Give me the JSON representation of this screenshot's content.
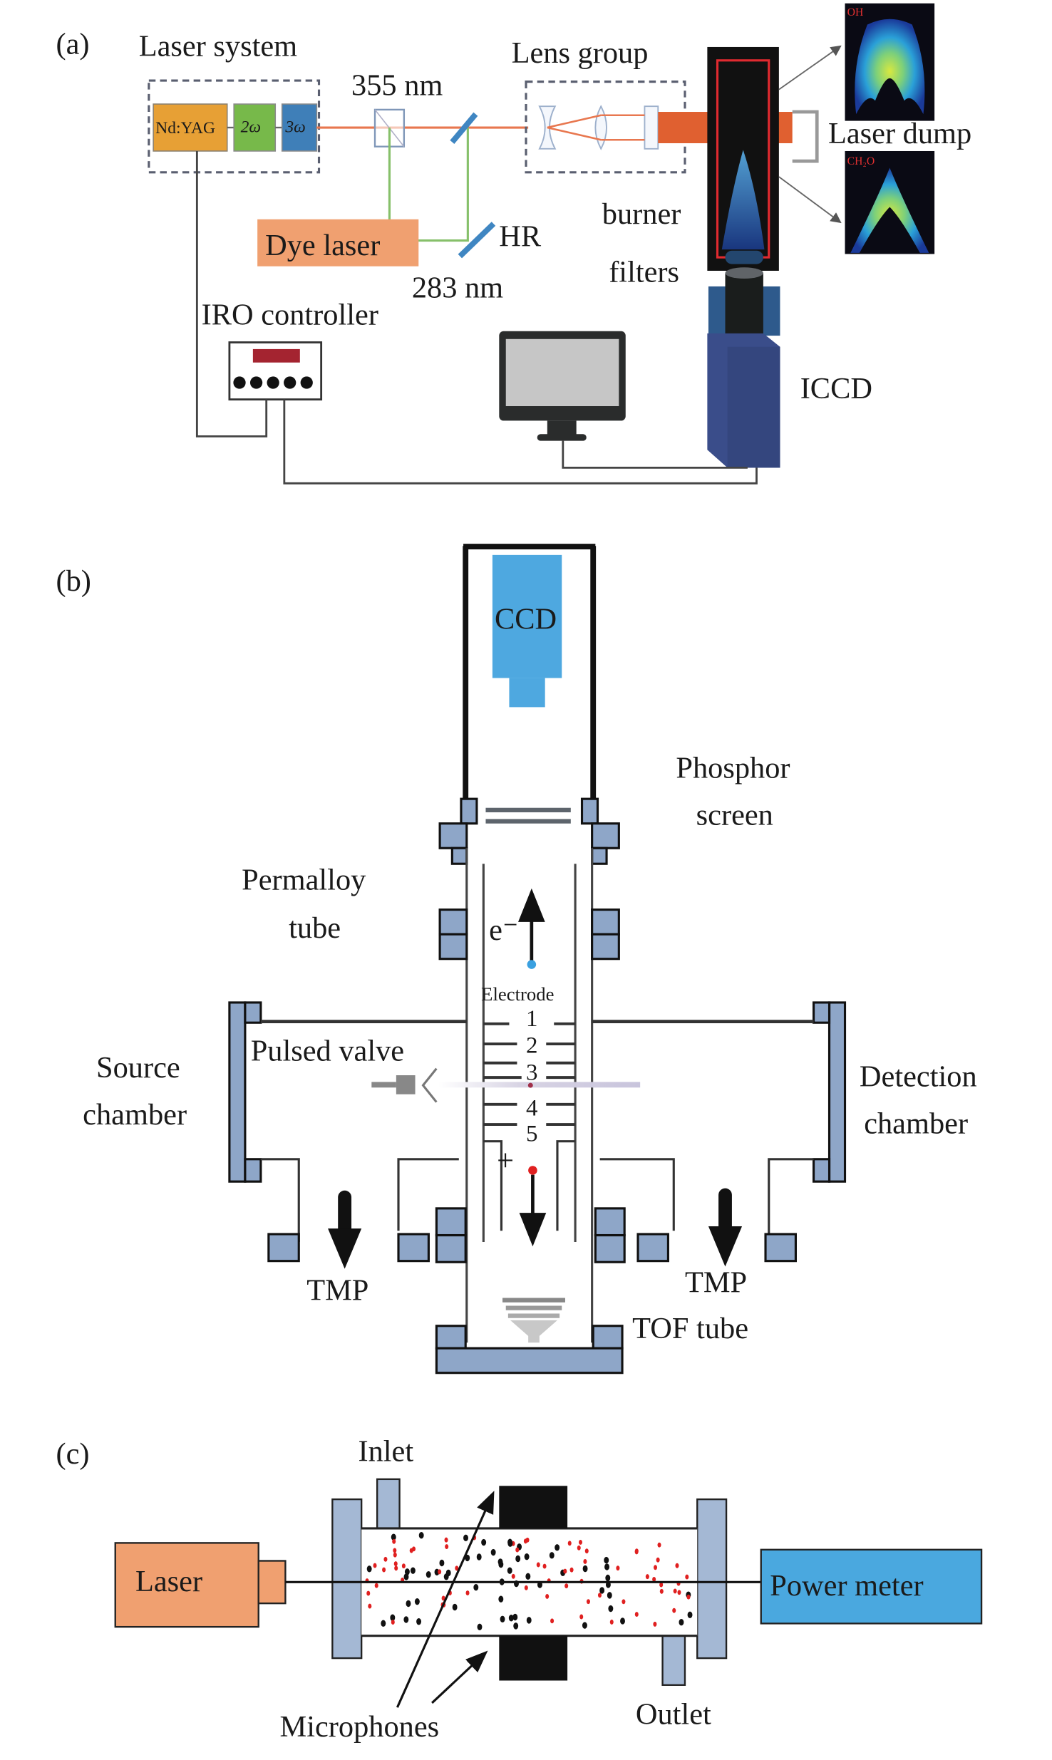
{
  "figure": {
    "panels": {
      "a": {
        "tag": "(a)",
        "laser_system": "Laser system",
        "ndyag": "Nd:YAG",
        "harmonic2": "2ω",
        "harmonic3": "3ω",
        "wavelength_355": "355 nm",
        "lens_group": "Lens group",
        "laser_dump": "Laser dump",
        "dye_laser": "Dye laser",
        "hr": "HR",
        "wavelength_283": "283 nm",
        "burner": "burner",
        "filters": "filters",
        "iro_controller": "IRO controller",
        "iccd": "ICCD",
        "inset_oh": "OH",
        "inset_ch2o": "CH₂O"
      },
      "b": {
        "tag": "(b)",
        "ccd": "CCD",
        "phosphor_line1": "Phosphor",
        "phosphor_line2": "screen",
        "permalloy_line1": "Permalloy",
        "permalloy_line2": "tube",
        "electron": "e⁻",
        "electrode": "Electrode",
        "electrode_numbers": [
          "1",
          "2",
          "3",
          "4",
          "5"
        ],
        "plus": "+",
        "pulsed_valve": "Pulsed valve",
        "source_line1": "Source",
        "source_line2": "chamber",
        "detection_line1": "Detection",
        "detection_line2": "chamber",
        "tmp_left": "TMP",
        "tmp_right": "TMP",
        "tof_tube": "TOF tube"
      },
      "c": {
        "tag": "(c)",
        "inlet": "Inlet",
        "laser": "Laser",
        "power_meter": "Power meter",
        "microphones": "Microphones",
        "outlet": "Outlet"
      }
    },
    "colors": {
      "ndyag": "#e7a035",
      "harmonic2": "#77b94a",
      "harmonic3": "#3f7fb8",
      "beam_355": "#e8774f",
      "beam_green": "#86c06a",
      "dye_laser": "#f0a070",
      "mirror": "#3f86c2",
      "flange": "#8ea6c8",
      "ccd": "#4ea8e0",
      "power_meter": "#4aa8df",
      "laser_c": "#f0a070",
      "iccd": "#3a4d8a",
      "particle_red": "#e02020",
      "particle_black": "#111111"
    }
  }
}
